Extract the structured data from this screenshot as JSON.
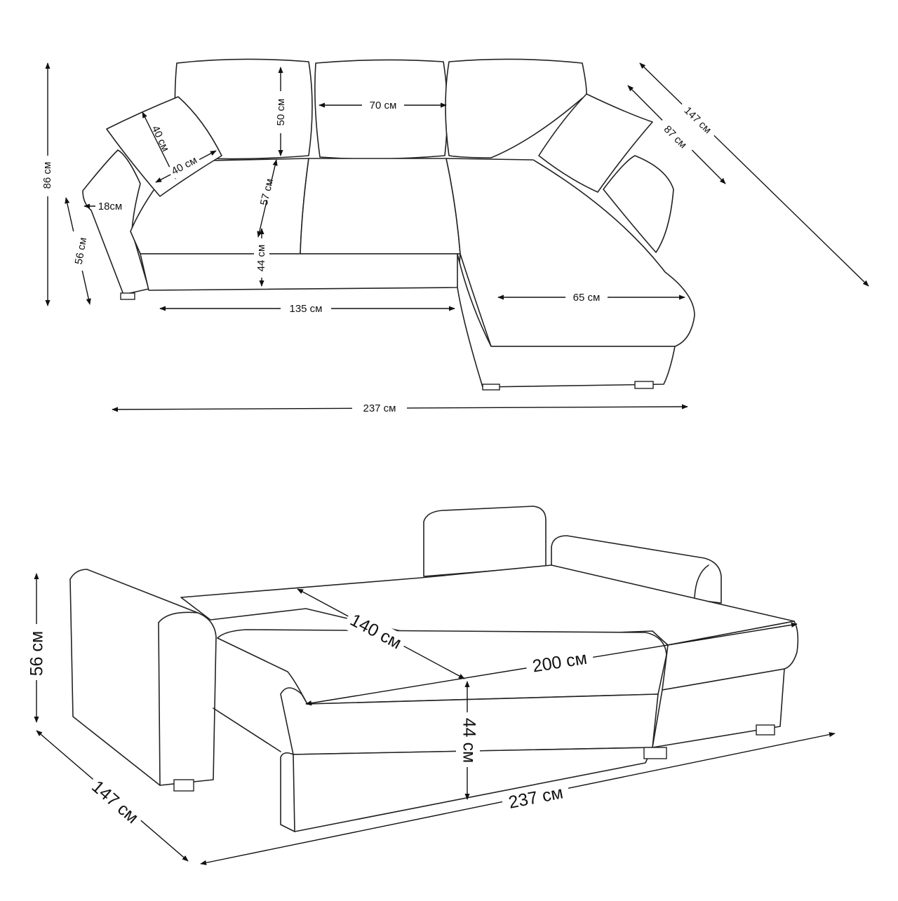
{
  "colors": {
    "line": "#222222",
    "background": "#ffffff"
  },
  "top_view": {
    "dims": {
      "height_total": "86 см",
      "arm_height": "56 см",
      "arm_width": "18см",
      "pillow_h": "40 см",
      "pillow_w": "40 см",
      "back_cushion_h": "50 см",
      "back_cushion_w": "70 см",
      "back_height": "57 см",
      "seat_height": "44 см",
      "seat_width": "135 см",
      "chaise_width": "65 см",
      "total_width": "237 см",
      "chaise_depth": "147 см",
      "seat_depth": "87 см"
    }
  },
  "bed_view": {
    "dims": {
      "height": "56 см",
      "depth": "147 см",
      "bed_width": "140 см",
      "bed_length": "200 см",
      "bed_height": "44 см",
      "total_width": "237 см"
    }
  }
}
